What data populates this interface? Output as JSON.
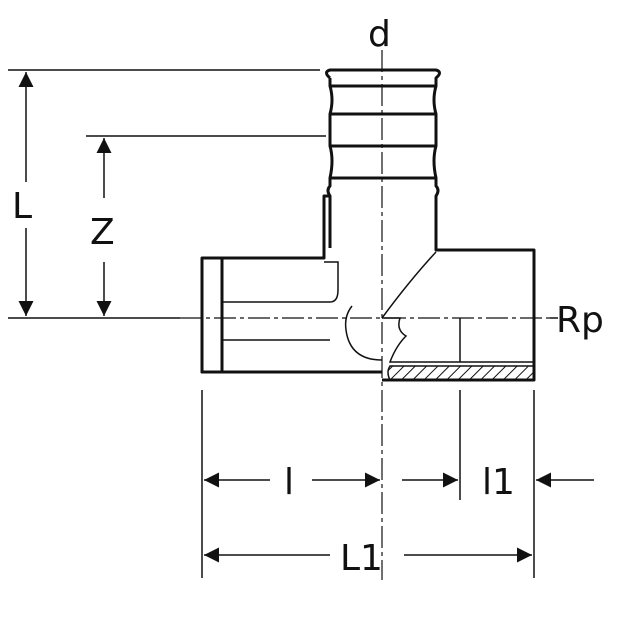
{
  "labels": {
    "d": "d",
    "L": "L",
    "Z": "Z",
    "Rp": "Rp",
    "l": "l",
    "l1": "l1",
    "L1": "L1"
  },
  "colors": {
    "stroke": "#111111",
    "background": "#ffffff"
  }
}
